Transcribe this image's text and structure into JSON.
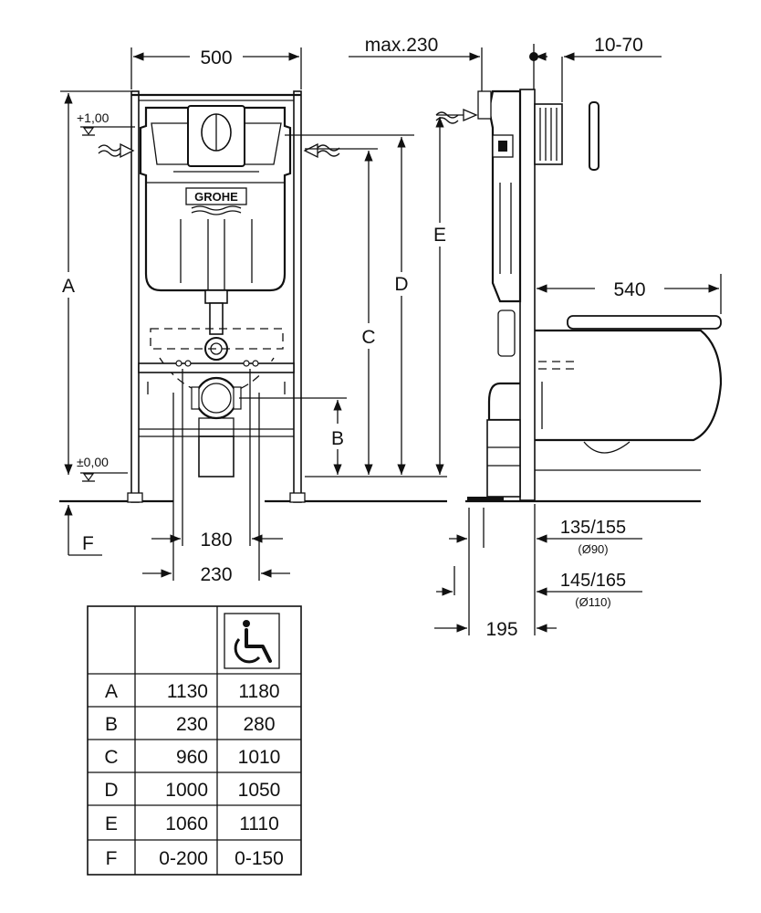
{
  "brand": "GROHE",
  "dims": {
    "width_500": "500",
    "max230": "max.230",
    "d10_70": "10-70",
    "w540": "540",
    "w180": "180",
    "w230": "230",
    "w195": "195",
    "w135_155": "135/155",
    "d90": "(Ø90)",
    "w145_165": "145/165",
    "d110": "(Ø110)",
    "level_top": "+1,00",
    "level_zero": "±0,00",
    "A": "A",
    "B": "B",
    "C": "C",
    "D": "D",
    "E": "E",
    "F": "F"
  },
  "table": {
    "accessible_icon": "wheelchair-icon",
    "rows": [
      {
        "key": "A",
        "std": "1130",
        "acc": "1180"
      },
      {
        "key": "B",
        "std": "230",
        "acc": "280"
      },
      {
        "key": "C",
        "std": "960",
        "acc": "1010"
      },
      {
        "key": "D",
        "std": "1000",
        "acc": "1050"
      },
      {
        "key": "E",
        "std": "1060",
        "acc": "1110"
      },
      {
        "key": "F",
        "std": "0-200",
        "acc": "0-150"
      }
    ]
  }
}
